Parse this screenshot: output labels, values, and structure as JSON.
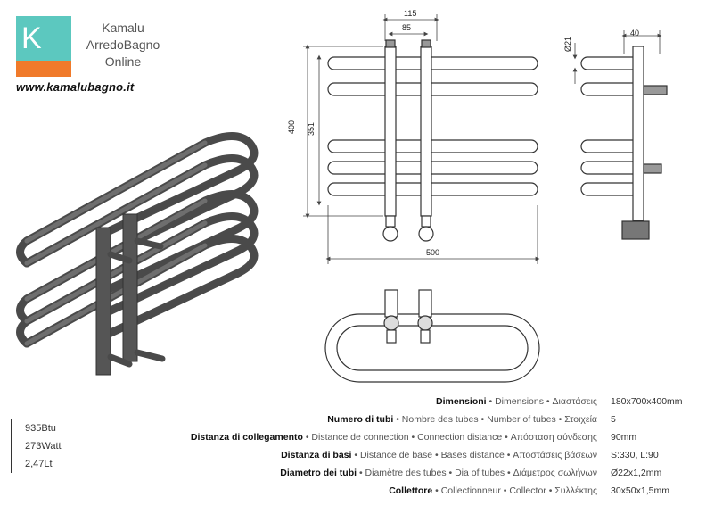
{
  "brand": {
    "logo_letter": "K",
    "lines": [
      "Kamalu",
      "ArredoBagno",
      "Online"
    ],
    "website": "www.kamalubagno.it",
    "colors": {
      "teal": "#5cc8bf",
      "orange": "#f07a2a"
    }
  },
  "drawing": {
    "dim_115": "115",
    "dim_85": "85",
    "dim_400": "400",
    "dim_351": "351",
    "dim_500": "500",
    "dim_40": "40",
    "dim_d21": "Ø21"
  },
  "specs": [
    {
      "label_it": "Dimensioni",
      "translations": " • Dimensions • Διαστάσεις",
      "value": "180x700x400mm"
    },
    {
      "label_it": "Numero di tubi",
      "translations": " • Nombre des tubes • Number of tubes • Στοιχεία",
      "value": "5"
    },
    {
      "label_it": "Distanza di collegamento",
      "translations": " • Distance de connection • Connection distance • Απόσταση σύνδεσης",
      "value": "90mm"
    },
    {
      "label_it": "Distanza di basi",
      "translations": " • Distance de base • Bases distance • Αποστάσεις βάσεων",
      "value": "S:330, L:90"
    },
    {
      "label_it": "Diametro dei tubi",
      "translations": " • Diamètre des tubes • Dia of tubes • Διάμετρος σωλήνων",
      "value": "Ø22x1,2mm"
    },
    {
      "label_it": "Collettore",
      "translations": " • Collectionneur • Collector • Συλλέκτης",
      "value": "30x50x1,5mm"
    }
  ],
  "performance": [
    "935Btu",
    "273Watt",
    "2,47Lt"
  ]
}
